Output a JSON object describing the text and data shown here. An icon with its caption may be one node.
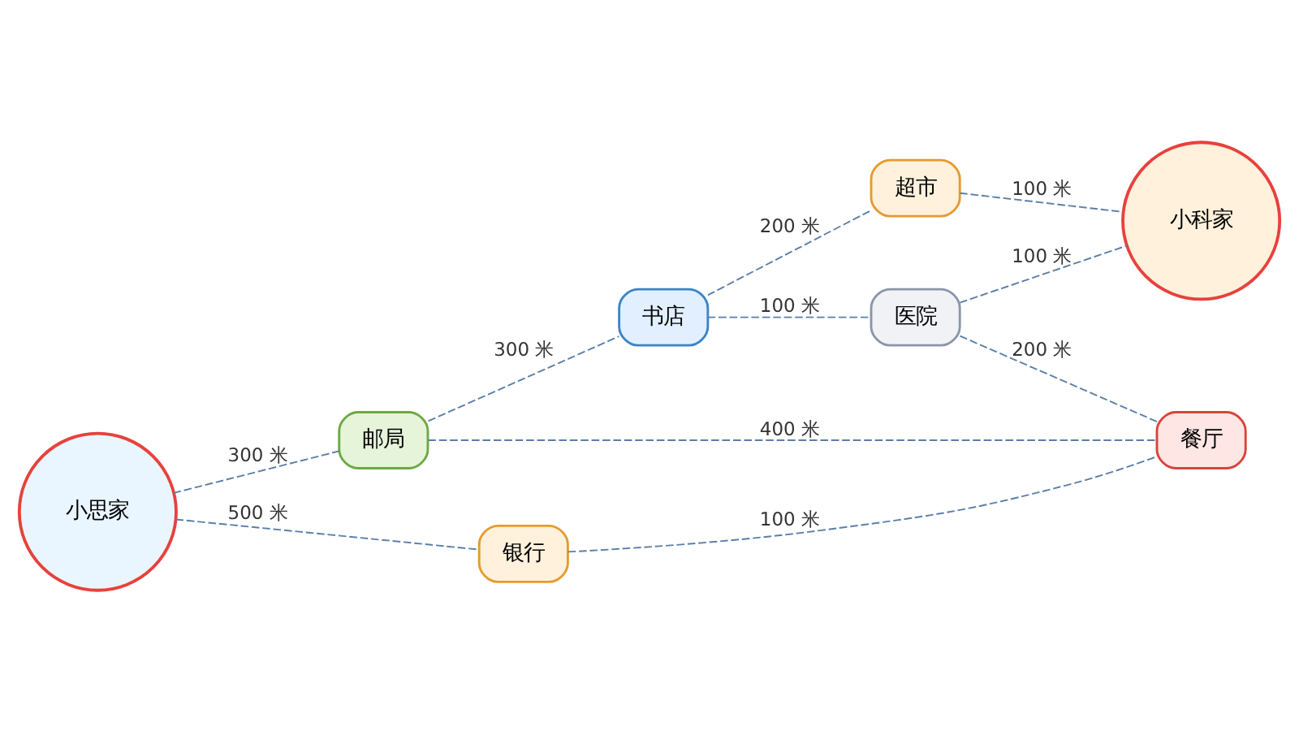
{
  "diagram": {
    "nodes": [
      {
        "text": [
          "小思家"
        ]
      },
      {
        "text": [
          "邮局"
        ]
      },
      {
        "text": [
          "书店"
        ]
      },
      {
        "text": [
          "超市"
        ]
      },
      {
        "text": [
          "医院"
        ]
      },
      {
        "text": [
          "小科家"
        ]
      },
      {
        "text": [
          "银行"
        ]
      },
      {
        "text": [
          "餐厅"
        ]
      }
    ],
    "edges": [
      {
        "from": 0,
        "to": 1,
        "arrow": "none",
        "label": "300 米",
        "style": "dashed"
      },
      {
        "from": 0,
        "to": 6,
        "arrow": "none",
        "label": "500 米",
        "style": "dashed"
      },
      {
        "from": 1,
        "to": 2,
        "arrow": "none",
        "label": "300 米",
        "style": "dashed"
      },
      {
        "from": 1,
        "to": 7,
        "arrow": "none",
        "label": "400 米",
        "style": "dashed"
      },
      {
        "from": 2,
        "to": 3,
        "arrow": "none",
        "label": "200 米",
        "style": "dashed"
      },
      {
        "from": 2,
        "to": 4,
        "arrow": "none",
        "label": "100 米",
        "style": "dashed"
      },
      {
        "from": 3,
        "to": 5,
        "arrow": "none",
        "label": "100 米",
        "style": "dashed"
      },
      {
        "from": 4,
        "to": 5,
        "arrow": "none",
        "label": "100 米",
        "style": "dashed"
      },
      {
        "from": 4,
        "to": 7,
        "arrow": "none",
        "label": "200 米",
        "style": "dashed"
      },
      {
        "from": 6,
        "to": 7,
        "arrow": "none",
        "label": "100 米",
        "style": "dashed"
      }
    ]
  }
}
